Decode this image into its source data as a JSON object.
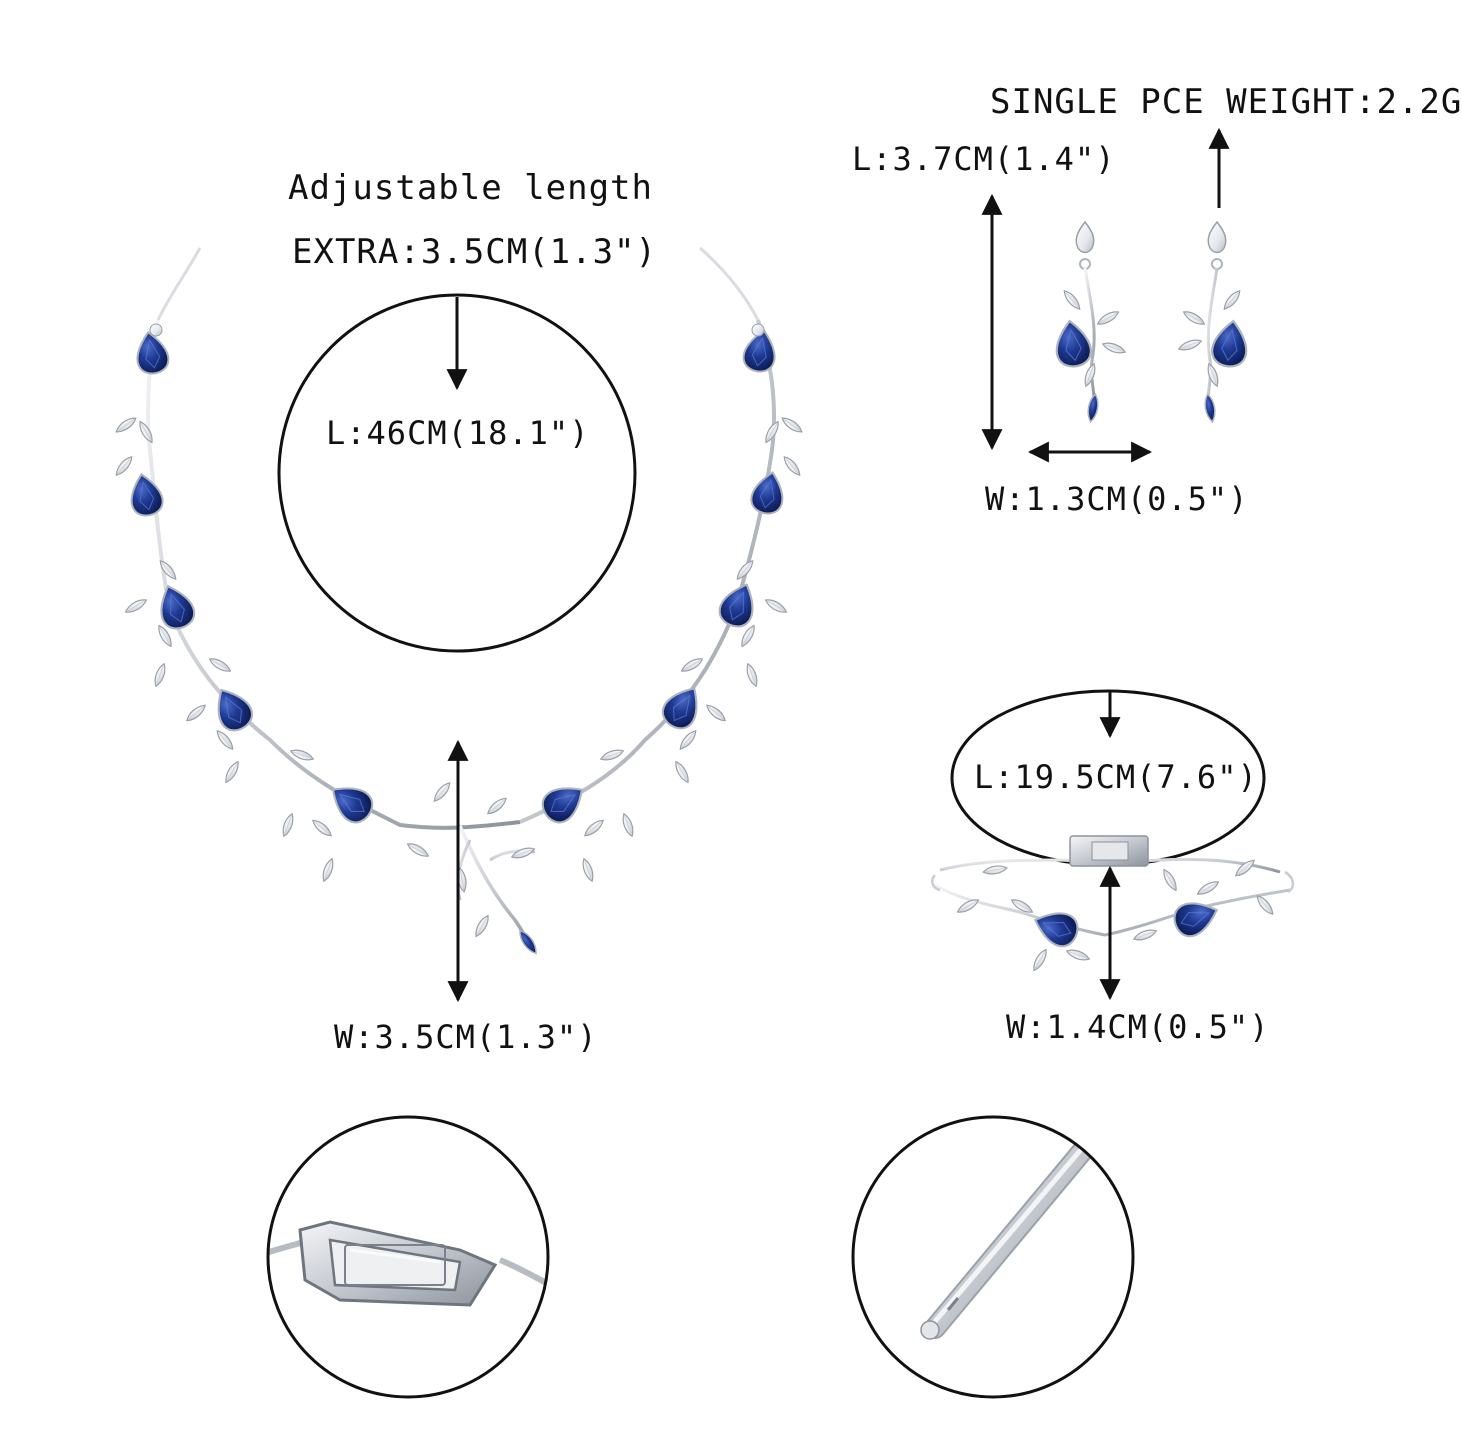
{
  "necklace": {
    "adjustable_label": "Adjustable length",
    "extra_label": "EXTRA:3.5CM(1.3\")",
    "length_label": "L:46CM(18.1\")",
    "width_label": "W:3.5CM(1.3\")"
  },
  "earrings": {
    "weight_label": "SINGLE PCE WEIGHT:2.2G",
    "length_label": "L:3.7CM(1.4\")",
    "width_label": "W:1.3CM(0.5\")"
  },
  "bracelet": {
    "length_label": "L:19.5CM(7.6\")",
    "width_label": "W:1.4CM(0.5\")"
  },
  "colors": {
    "sapphire": "#1f3a93",
    "sapphire_dark": "#0e1f5c",
    "silver": "#c9cdd3",
    "text": "#111111"
  },
  "icons": {
    "clasp_detail": "fold-over-clasp-icon",
    "earring_post_detail": "earring-post-icon"
  }
}
